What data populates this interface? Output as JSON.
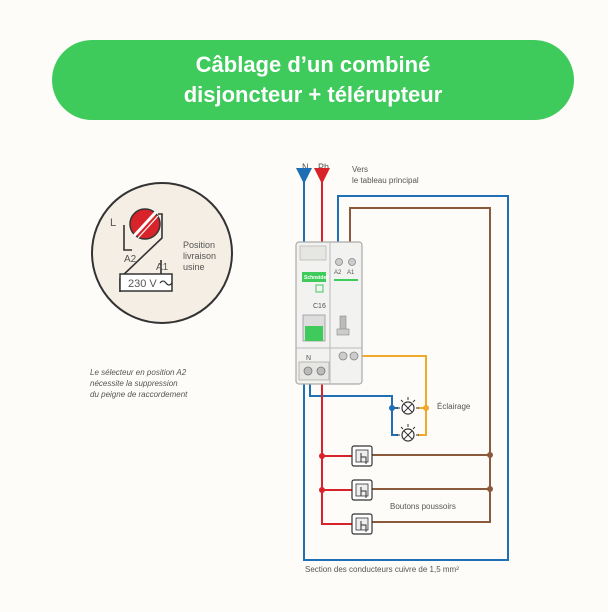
{
  "title": {
    "line1": "Câblage d’un combiné",
    "line2": "disjoncteur + télérupteur"
  },
  "colors": {
    "banner": "#3fcb5c",
    "neutral": "#1f6fb5",
    "phase": "#d9232a",
    "return": "#8b5a3c",
    "lamp": "#f0a92a"
  },
  "inset": {
    "label_l": "L",
    "label_a2": "A2",
    "label_a1": "A1",
    "voltage": "230 V",
    "position_line1": "Position",
    "position_line2": "livraison",
    "position_line3": "usine"
  },
  "note": {
    "line1": "Le sélecteur en position A2",
    "line2": "nécessite la suppression",
    "line3": "du peigne de raccordement"
  },
  "wiring": {
    "label_n": "N",
    "label_ph": "Ph",
    "vers_line1": "Vers",
    "vers_line2": "le tableau principal",
    "eclairage": "Éclairage",
    "boutons": "Boutons poussoirs",
    "section": "Section des conducteurs cuivre de 1,5 mm²"
  },
  "device": {
    "brand": "Schneider",
    "rating": "C16",
    "terminal_a2": "A2",
    "terminal_a1": "A1",
    "terminal_n": "N"
  }
}
